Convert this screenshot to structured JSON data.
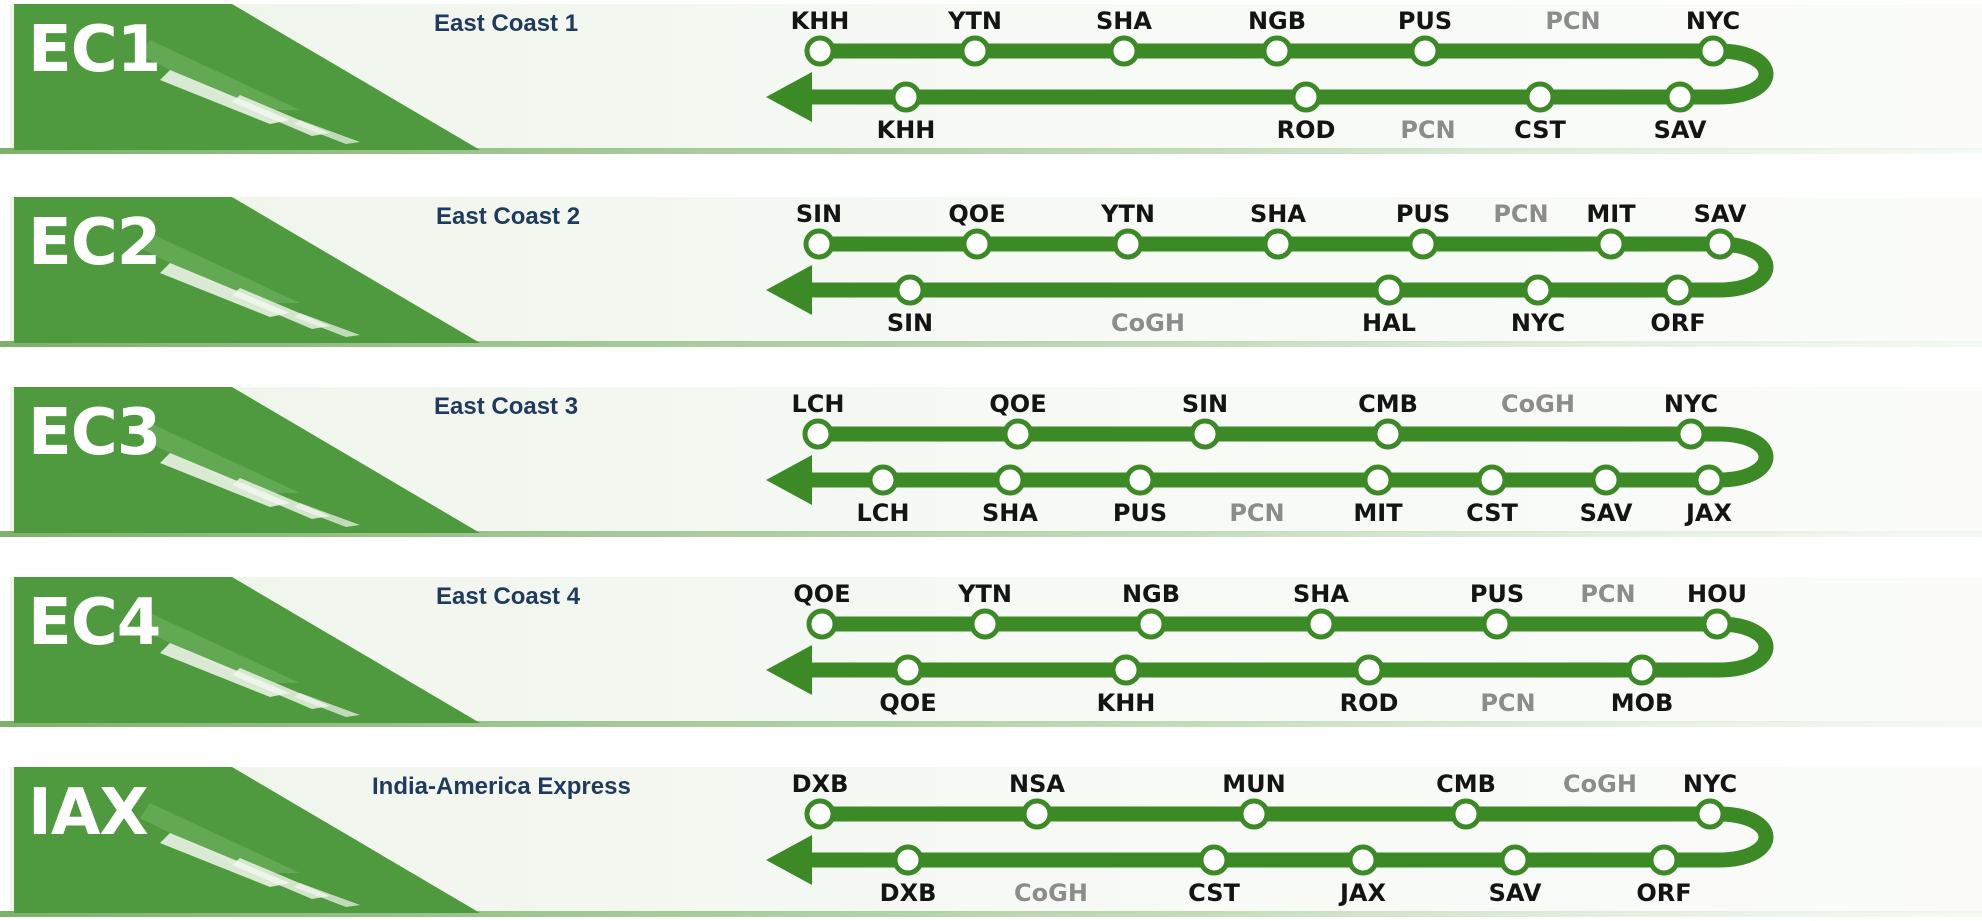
{
  "colors": {
    "route": "#3c8a26",
    "brand": "#4f9a3f",
    "canal": "#8c8c8c",
    "title": "#1f3a5f"
  },
  "services": [
    {
      "code": "EC1",
      "name": "East Coast 1",
      "outbound": [
        [
          "KHH",
          "p"
        ],
        [
          "YTN",
          "p"
        ],
        [
          "SHA",
          "p"
        ],
        [
          "NGB",
          "p"
        ],
        [
          "PUS",
          "p"
        ],
        [
          "PCN",
          "v"
        ],
        [
          "NYC",
          "p"
        ]
      ],
      "return": [
        [
          "KHH",
          "p"
        ],
        [
          "ROD",
          "p"
        ],
        [
          "PCN",
          "v"
        ],
        [
          "CST",
          "p"
        ],
        [
          "SAV",
          "p"
        ]
      ]
    },
    {
      "code": "EC2",
      "name": "East Coast 2",
      "outbound": [
        [
          "SIN",
          "p"
        ],
        [
          "QOE",
          "p"
        ],
        [
          "YTN",
          "p"
        ],
        [
          "SHA",
          "p"
        ],
        [
          "PUS",
          "p"
        ],
        [
          "PCN",
          "v"
        ],
        [
          "MIT",
          "p"
        ],
        [
          "SAV",
          "p"
        ]
      ],
      "return": [
        [
          "SIN",
          "p"
        ],
        [
          "CoGH",
          "v"
        ],
        [
          "HAL",
          "p"
        ],
        [
          "NYC",
          "p"
        ],
        [
          "ORF",
          "p"
        ]
      ]
    },
    {
      "code": "EC3",
      "name": "East Coast 3",
      "outbound": [
        [
          "LCH",
          "p"
        ],
        [
          "QOE",
          "p"
        ],
        [
          "SIN",
          "p"
        ],
        [
          "CMB",
          "p"
        ],
        [
          "CoGH",
          "v"
        ],
        [
          "NYC",
          "p"
        ]
      ],
      "return": [
        [
          "LCH",
          "p"
        ],
        [
          "SHA",
          "p"
        ],
        [
          "PUS",
          "p"
        ],
        [
          "PCN",
          "v"
        ],
        [
          "MIT",
          "p"
        ],
        [
          "CST",
          "p"
        ],
        [
          "SAV",
          "p"
        ],
        [
          "JAX",
          "p"
        ]
      ]
    },
    {
      "code": "EC4",
      "name": "East Coast 4",
      "outbound": [
        [
          "QOE",
          "p"
        ],
        [
          "YTN",
          "p"
        ],
        [
          "NGB",
          "p"
        ],
        [
          "SHA",
          "p"
        ],
        [
          "PUS",
          "p"
        ],
        [
          "PCN",
          "v"
        ],
        [
          "HOU",
          "p"
        ]
      ],
      "return": [
        [
          "QOE",
          "p"
        ],
        [
          "KHH",
          "p"
        ],
        [
          "ROD",
          "p"
        ],
        [
          "PCN",
          "v"
        ],
        [
          "MOB",
          "p"
        ]
      ]
    },
    {
      "code": "IAX",
      "name": "India-America Express",
      "outbound": [
        [
          "DXB",
          "p"
        ],
        [
          "NSA",
          "p"
        ],
        [
          "MUN",
          "p"
        ],
        [
          "CMB",
          "p"
        ],
        [
          "CoGH",
          "v"
        ],
        [
          "NYC",
          "p"
        ]
      ],
      "return": [
        [
          "DXB",
          "p"
        ],
        [
          "CoGH",
          "v"
        ],
        [
          "CST",
          "p"
        ],
        [
          "JAX",
          "p"
        ],
        [
          "SAV",
          "p"
        ],
        [
          "ORF",
          "p"
        ]
      ]
    }
  ]
}
